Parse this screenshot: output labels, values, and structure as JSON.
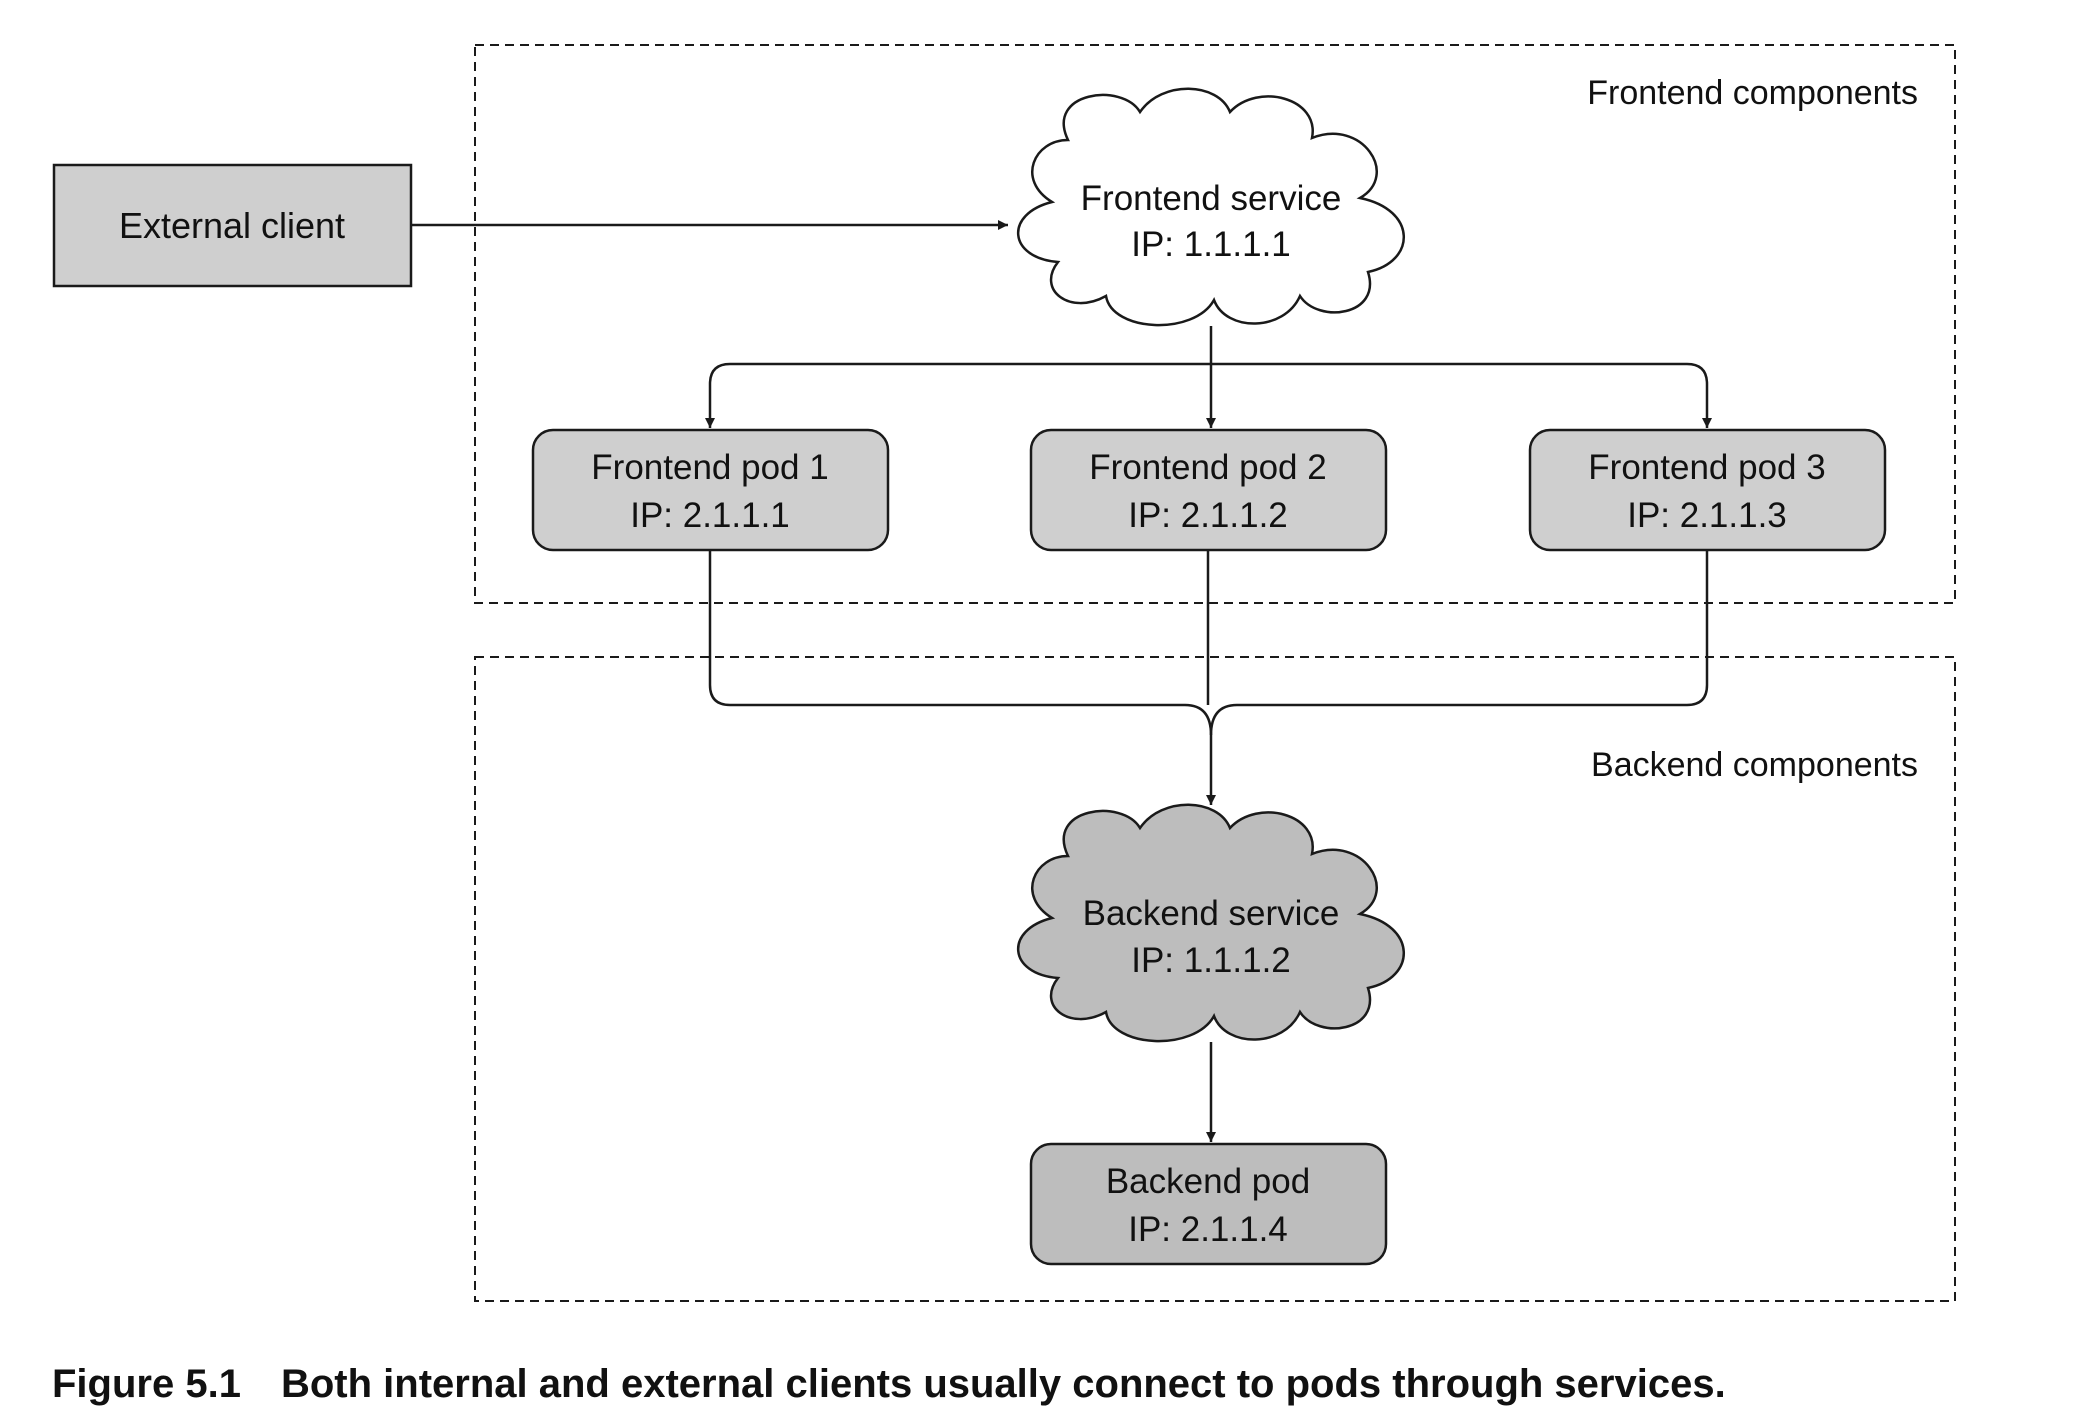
{
  "groups": {
    "frontend": {
      "label": "Frontend components"
    },
    "backend": {
      "label": "Backend components"
    }
  },
  "nodes": {
    "external_client": {
      "label": "External client"
    },
    "frontend_service": {
      "name": "Frontend service",
      "ip": "IP: 1.1.1.1"
    },
    "frontend_pod_1": {
      "name": "Frontend pod 1",
      "ip": "IP: 2.1.1.1"
    },
    "frontend_pod_2": {
      "name": "Frontend pod 2",
      "ip": "IP: 2.1.1.2"
    },
    "frontend_pod_3": {
      "name": "Frontend pod 3",
      "ip": "IP: 2.1.1.3"
    },
    "backend_service": {
      "name": "Backend service",
      "ip": "IP: 1.1.1.2"
    },
    "backend_pod": {
      "name": "Backend pod",
      "ip": "IP: 2.1.1.4"
    }
  },
  "colors": {
    "box_fill": "#cfcfcf",
    "backend_cloud_fill": "#bdbdbd",
    "frontend_cloud_fill": "#ffffff",
    "stroke": "#1a1a1a"
  },
  "caption": {
    "number": "Figure 5.1",
    "text": "Both internal and external clients usually connect to pods through services."
  }
}
